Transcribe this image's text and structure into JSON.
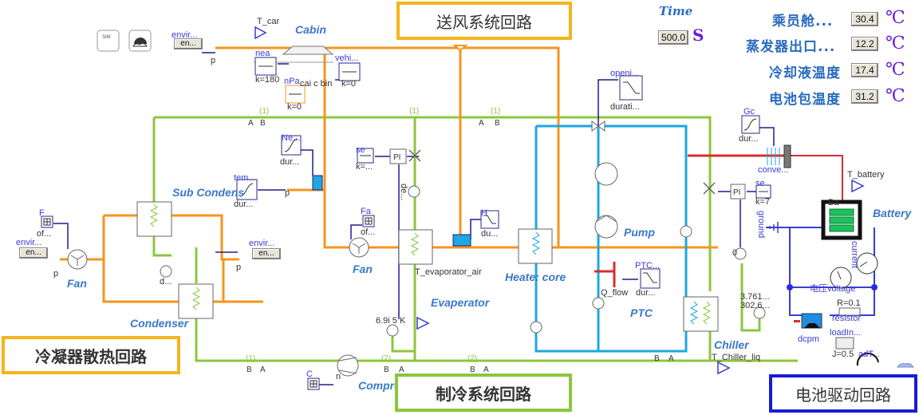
{
  "sections": {
    "air_supply": "送风系统回路",
    "condenser_cooling": "冷凝器散热回路",
    "refrigeration": "制冷系统回路",
    "battery_drive": "电池驱动回路"
  },
  "time_display": {
    "label": "Time",
    "value": "500.0",
    "unit": "S"
  },
  "readouts": [
    {
      "label": "乘员舱...",
      "value": "30.4",
      "unit": "℃"
    },
    {
      "label": "蒸发器出口...",
      "value": "12.2",
      "unit": "℃"
    },
    {
      "label": "冷却液温度",
      "value": "17.4",
      "unit": "℃"
    },
    {
      "label": "电池包温度",
      "value": "31.2",
      "unit": "℃"
    }
  ],
  "components": {
    "cabin": "Cabin",
    "t_car": "T_car",
    "fan_left": "Fan",
    "fan_mid": "Fan",
    "condenser": "Condenser",
    "sub_condenser": "Sub Condens",
    "evaporator": "Evaperator",
    "t_evaporator_air": "T_evaporator_air",
    "heater_core": "Heate: core",
    "pump": "Pump",
    "ptc": "PTC",
    "q_flow": "Q_flow",
    "chiller": "Chiller",
    "t_chiller_liq": "T_Chiller_liq",
    "compressor": "Compressor",
    "battery": "Battery",
    "t_battery": "T_battery",
    "ground": "ground",
    "current": "current",
    "voltage": "电压voltage",
    "resistor": "resistor",
    "resistor_value": "R=0.1",
    "dcpm": "dcpm",
    "load_inertia": "loadIn...",
    "load_inertia_j": "J=0.5",
    "load_torque": "adT...",
    "conve": "conve...",
    "sim": "SIM"
  },
  "small_labels": {
    "envir": "envir...",
    "en": "en...",
    "p": "p",
    "nea": "nea",
    "k180": "k=180",
    "npa": "nPa",
    "k0": "k=0",
    "vehi": "vehi...",
    "cabin_ports": "cai c bin",
    "ne": "Ne...",
    "dur": "dur...",
    "tem": "tem...",
    "se": "se",
    "k_dots": "k=...",
    "k7": "k=7",
    "pi": "PI",
    "fa": "Fa",
    "of": "of...",
    "f": "F",
    "h": "H",
    "du": "du...",
    "openi": "openi...",
    "durati": "durati...",
    "gc": "Gc",
    "ptc_src": "PTC...",
    "de": "de...",
    "d": "d...",
    "c": "C",
    "superheat": "6.9i 5 K",
    "sensor_a": "3.761...",
    "sensor_b": "302.6...",
    "zero": "0",
    "ba": "Ba",
    "port_a": "A",
    "port_b": "B",
    "one": "(1)",
    "two": "(2)",
    "n": "n"
  }
}
